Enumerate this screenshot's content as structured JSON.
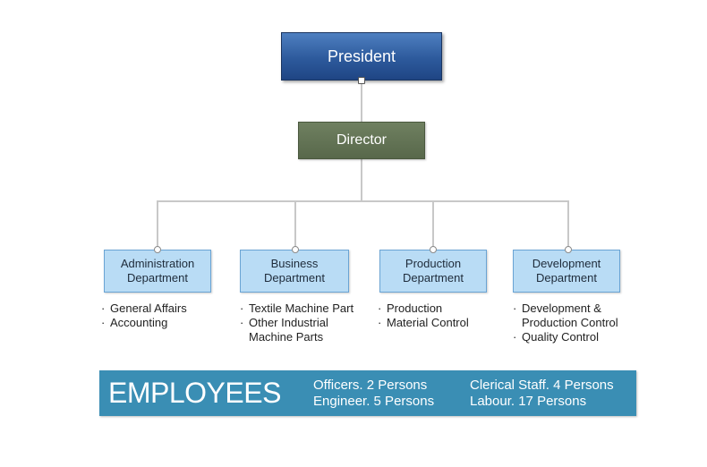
{
  "president": {
    "label": "President"
  },
  "director": {
    "label": "Director"
  },
  "departments": [
    {
      "label_line1": "Administration",
      "label_line2": "Department",
      "duties": [
        "General Affairs",
        "Accounting"
      ]
    },
    {
      "label_line1": "Business",
      "label_line2": "Department",
      "duties": [
        "Textile Machine Part",
        "Other Industrial",
        "Machine Parts"
      ]
    },
    {
      "label_line1": "Production",
      "label_line2": "Department",
      "duties": [
        "Production",
        "Material Control"
      ]
    },
    {
      "label_line1": "Development",
      "label_line2": "Department",
      "duties": [
        "Development &",
        "Production Control",
        "Quality Control"
      ]
    }
  ],
  "employees": {
    "title": "EMPLOYEES",
    "officers": "Officers. 2 Persons",
    "engineer": "Engineer. 5 Persons",
    "clerical": "Clerical Staff. 4 Persons",
    "labour": "Labour. 17 Persons"
  },
  "colors": {
    "president": "#2d5a9c",
    "director": "#58684b",
    "department": "#b9dcf5",
    "banner": "#3a8eb4"
  }
}
